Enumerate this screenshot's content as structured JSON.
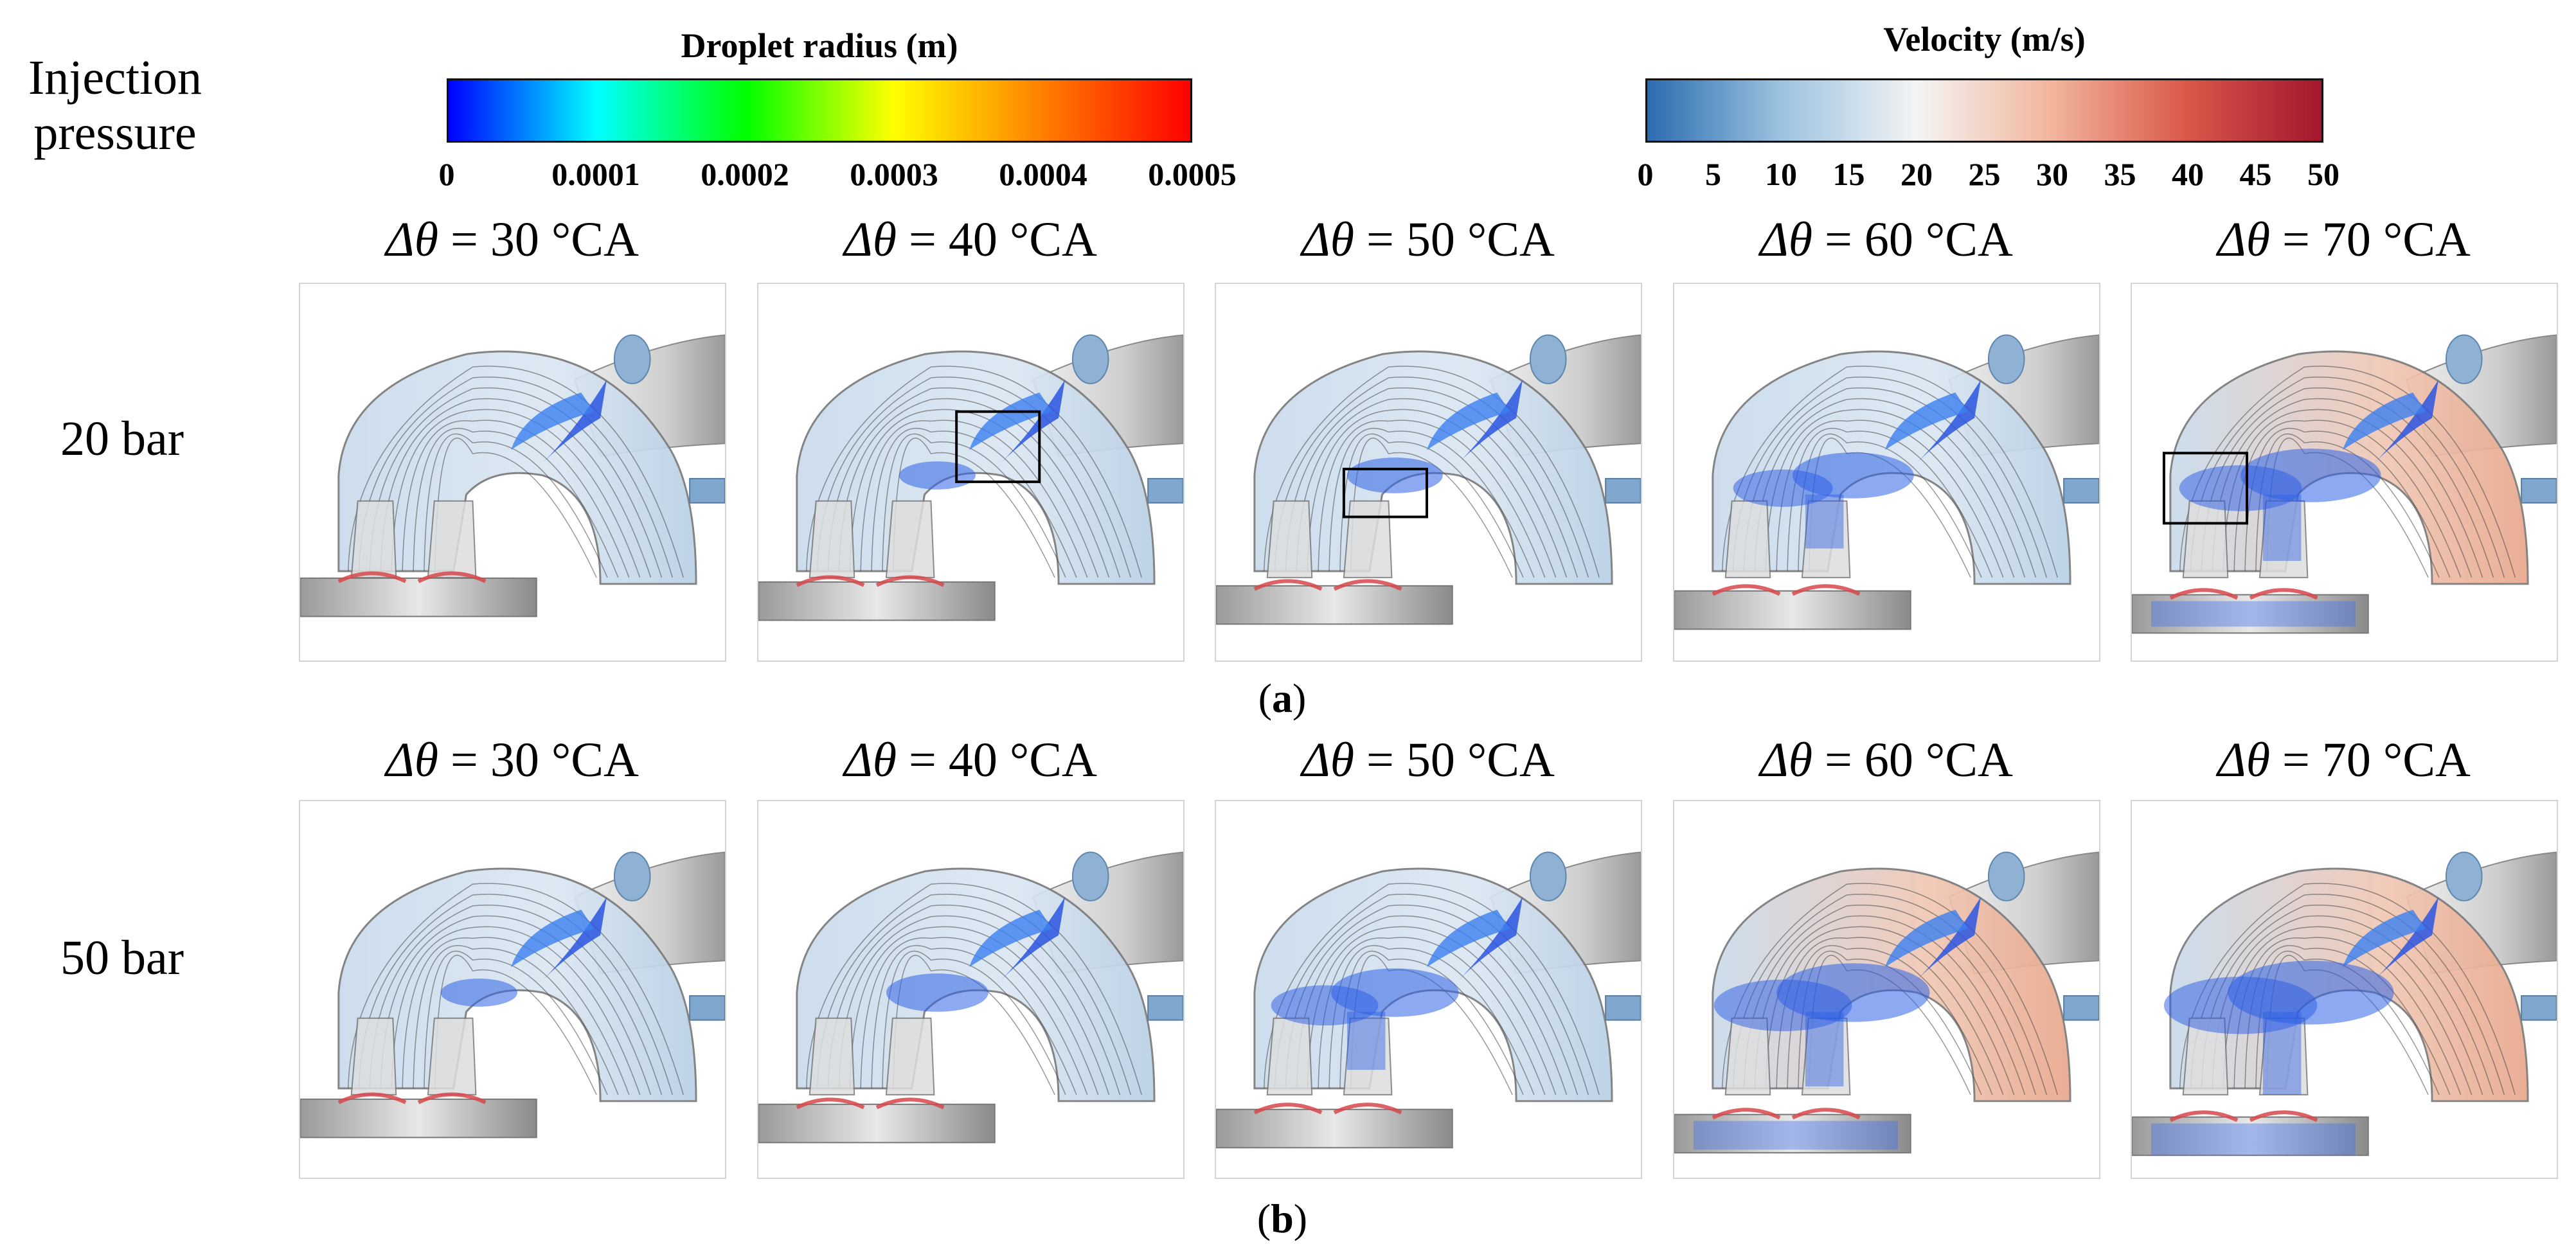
{
  "row_header": "Injection pressure",
  "colorbars": {
    "droplet": {
      "title": "Droplet radius (m)",
      "ticks": [
        "0",
        "0.0001",
        "0.0002",
        "0.0003",
        "0.0004",
        "0.0005"
      ],
      "colors": [
        "#0000ff",
        "#00ffff",
        "#00ff00",
        "#ffff00",
        "#ff8000",
        "#ff0000"
      ]
    },
    "velocity": {
      "title": "Velocity (m/s)",
      "ticks": [
        "0",
        "5",
        "10",
        "15",
        "20",
        "25",
        "30",
        "35",
        "40",
        "45",
        "50"
      ],
      "colors": [
        "#2b6cb0",
        "#9dc3e0",
        "#f4f4f4",
        "#f2b59c",
        "#d9584a",
        "#a3162e"
      ]
    }
  },
  "columns": [
    {
      "symbol": "Δθ",
      "value": " = 30 °CA"
    },
    {
      "symbol": "Δθ",
      "value": " = 40 °CA"
    },
    {
      "symbol": "Δθ",
      "value": " = 50 °CA"
    },
    {
      "symbol": "Δθ",
      "value": " = 60 °CA"
    },
    {
      "symbol": "Δθ",
      "value": " = 70 °CA"
    }
  ],
  "rows": [
    {
      "label": "20 bar",
      "caption_letter": "a",
      "spray_level": [
        0.15,
        0.3,
        0.45,
        0.65,
        0.8
      ],
      "highlight_box": [
        false,
        true,
        true,
        false,
        true
      ]
    },
    {
      "label": "50 bar",
      "caption_letter": "b",
      "spray_level": [
        0.3,
        0.5,
        0.7,
        0.9,
        1.0
      ],
      "highlight_box": [
        false,
        false,
        false,
        false,
        false
      ]
    }
  ],
  "caption_parens": {
    "open": "(",
    "close": ")"
  }
}
